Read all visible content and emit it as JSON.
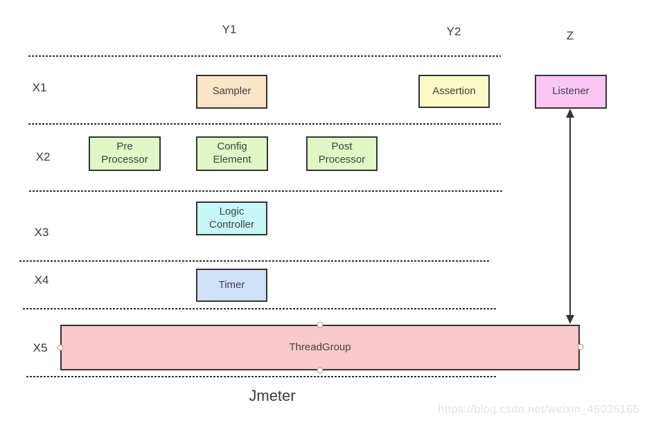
{
  "diagram": {
    "title": "Jmeter",
    "watermark": "https://blog.csdn.net/weixin_46036165",
    "columns": [
      {
        "id": "Y1",
        "label": "Y1"
      },
      {
        "id": "Y2",
        "label": "Y2"
      },
      {
        "id": "Z",
        "label": "Z"
      }
    ],
    "rows": [
      {
        "id": "X1",
        "label": "X1"
      },
      {
        "id": "X2",
        "label": "X2"
      },
      {
        "id": "X3",
        "label": "X3"
      },
      {
        "id": "X4",
        "label": "X4"
      },
      {
        "id": "X5",
        "label": "X5"
      }
    ],
    "nodes": {
      "sampler": {
        "label": "Sampler",
        "fill": "#fce4c6",
        "row": "X1",
        "column": "Y1"
      },
      "assertion": {
        "label": "Assertion",
        "fill": "#fbf9c6",
        "row": "X1",
        "column": "Y2"
      },
      "listener": {
        "label": "Listener",
        "fill": "#fac7f5",
        "row": "X1",
        "column": "Z"
      },
      "pre_processor": {
        "label": "Pre\nProcessor",
        "fill": "#dff8c6",
        "row": "X2"
      },
      "config_element": {
        "label": "Config\nElement",
        "fill": "#dff8c6",
        "row": "X2",
        "column": "Y1"
      },
      "post_processor": {
        "label": "Post\nProcessor",
        "fill": "#dff8c6",
        "row": "X2"
      },
      "logic_controller": {
        "label": "Logic\nController",
        "fill": "#c8f7f7",
        "row": "X3",
        "column": "Y1"
      },
      "timer": {
        "label": "Timer",
        "fill": "#cfe1f8",
        "row": "X4",
        "column": "Y1"
      },
      "thread_group": {
        "label": "ThreadGroup",
        "fill": "#fbc9c9",
        "row": "X5"
      }
    },
    "connector": {
      "type": "double-headed-arrow",
      "from": "listener",
      "to": "thread_group",
      "color": "#333333"
    },
    "style": {
      "node_border_color": "#333333",
      "separator_color": "#2f2f2f",
      "handle_border_color": "#c97f7f",
      "watermark_color": "#e3e3e8"
    }
  }
}
